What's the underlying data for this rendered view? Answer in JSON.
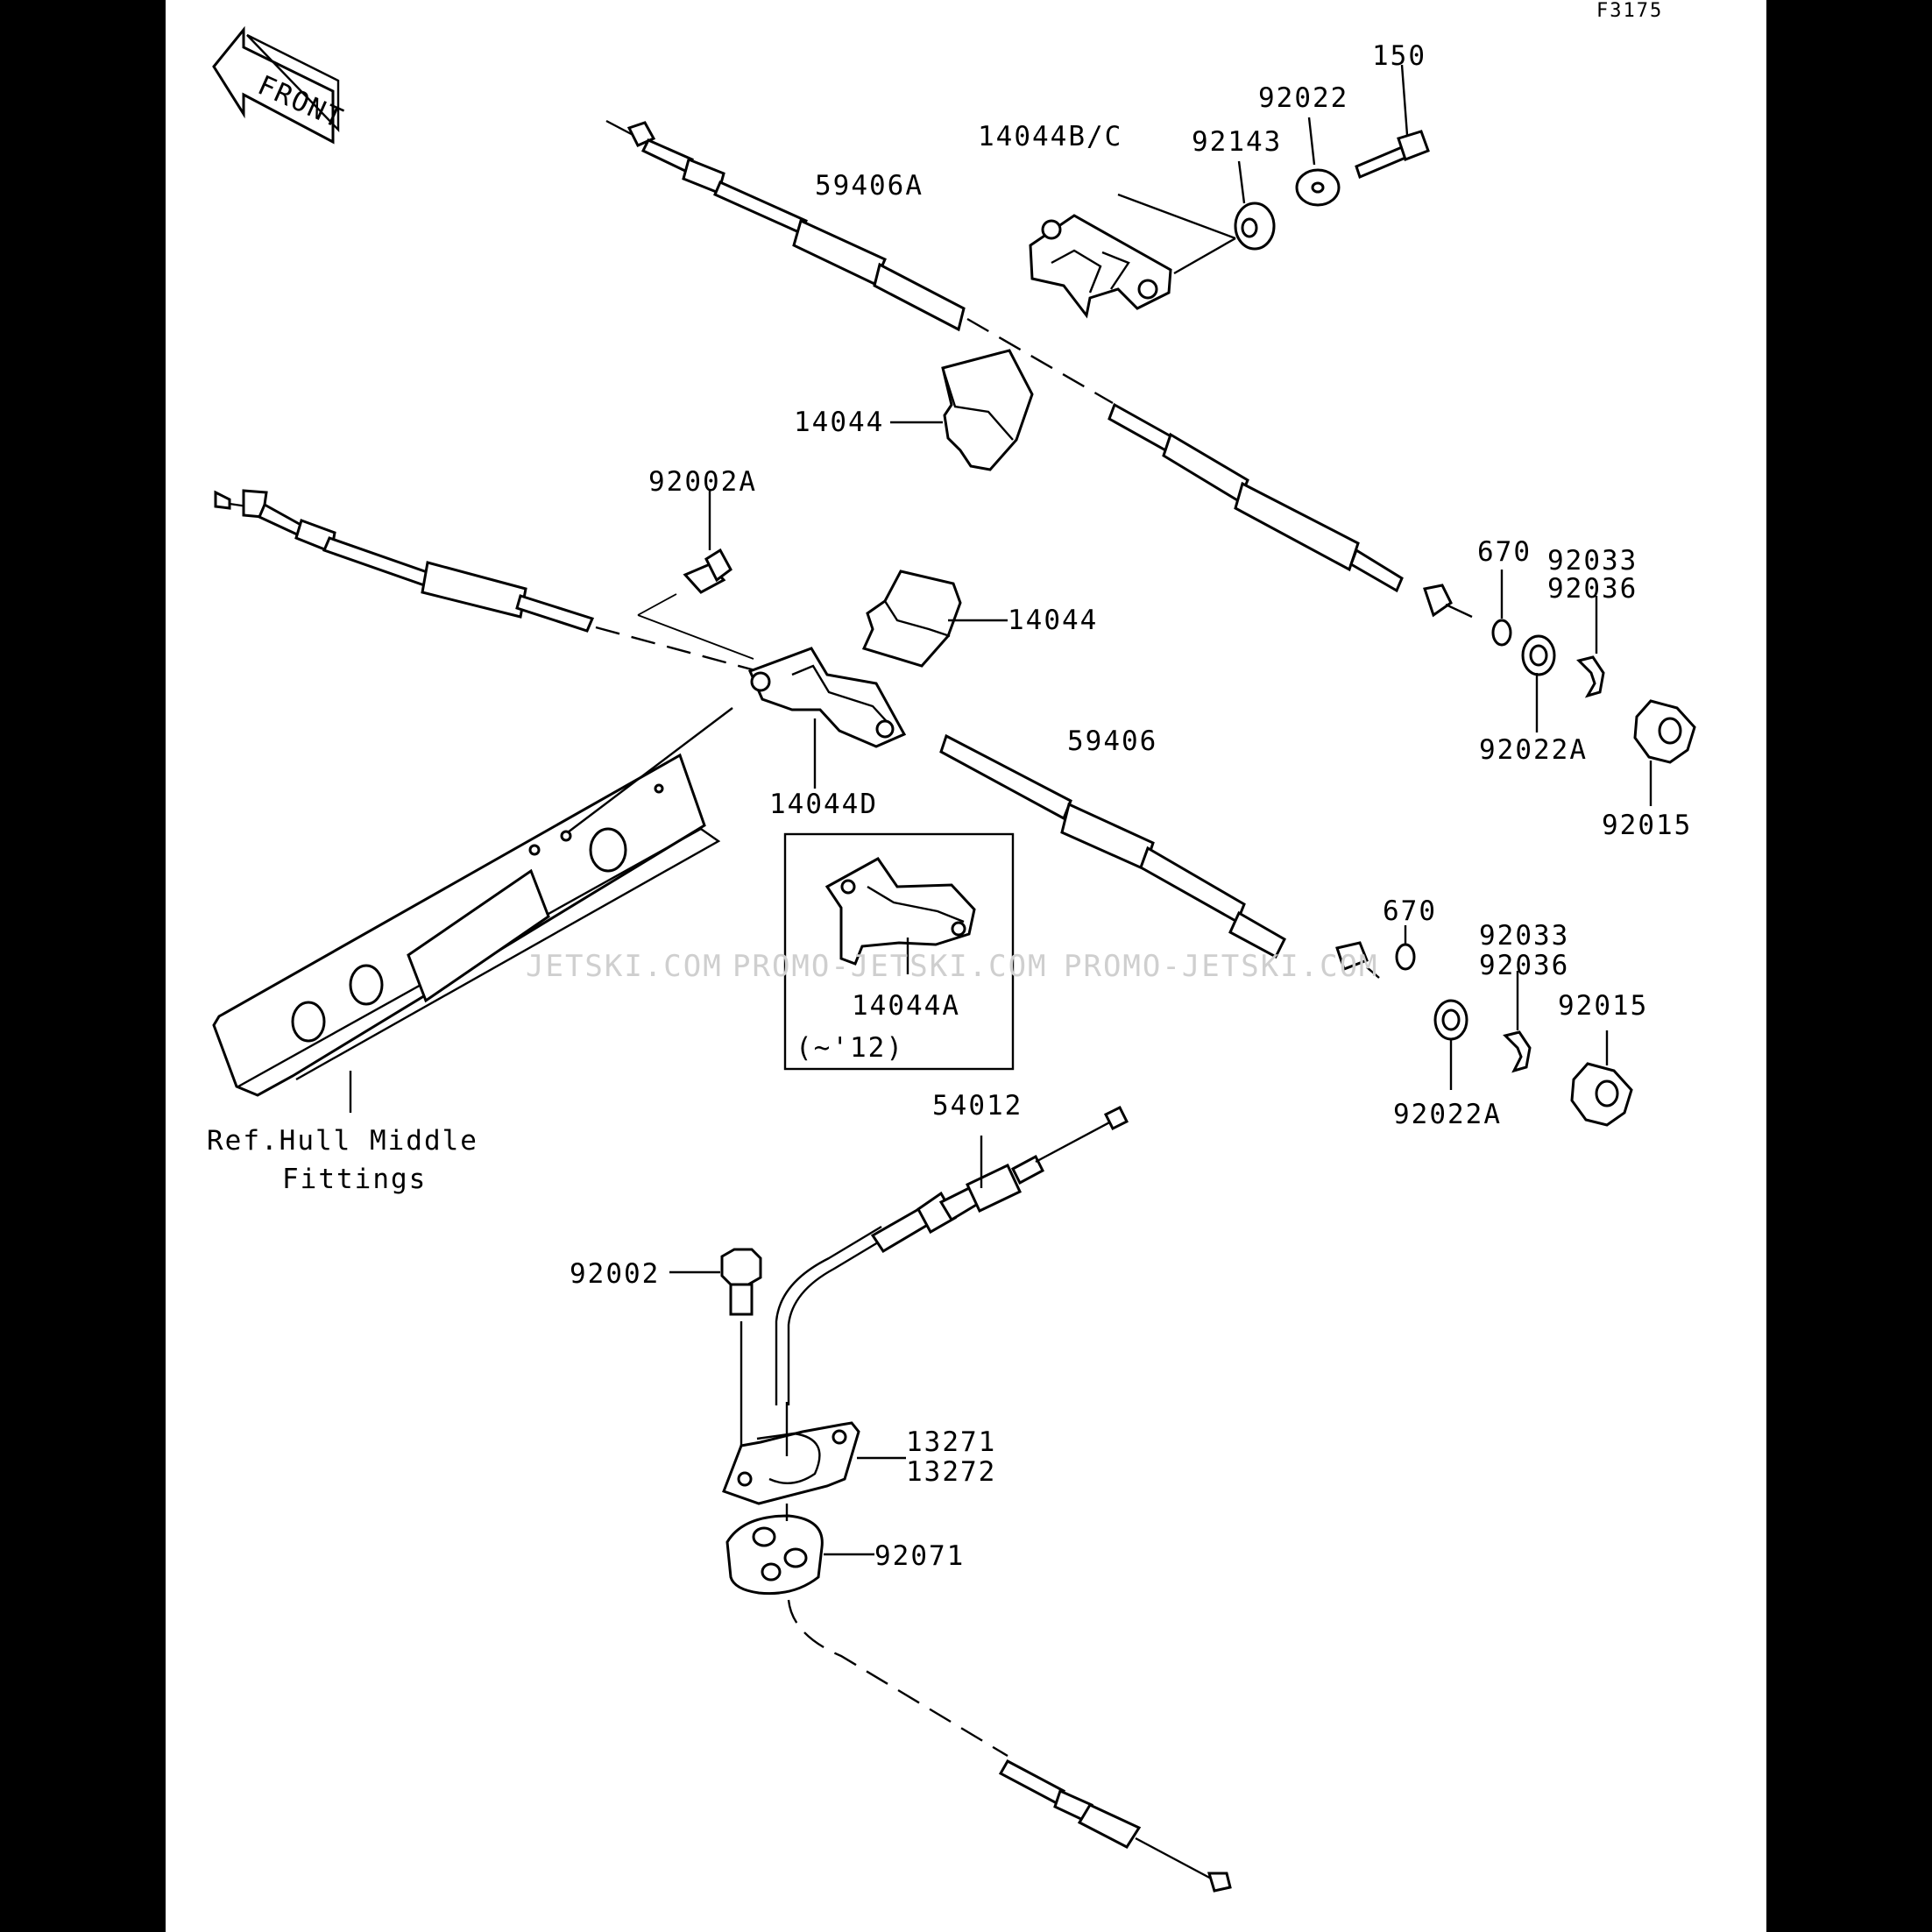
{
  "figure_code": "F3175",
  "front_label": "FRONT",
  "watermarks": [
    "JETSKI.COM",
    "PROMO-JETSKI.COM",
    "PROMO-JETSKI.COM"
  ],
  "inset_label": "(~'12)",
  "ref_note": [
    "Ref.Hull Middle",
    "Fittings"
  ],
  "parts": {
    "p150": "150",
    "p92022": "92022",
    "p14044bc": "14044B/C",
    "p92143": "92143",
    "p59406a": "59406A",
    "p14044_upper": "14044",
    "p92002a": "92002A",
    "p14044_mid": "14044",
    "p670_upper": "670",
    "p92033_upper": "92033",
    "p92036_upper": "92036",
    "p92022a_upper": "92022A",
    "p92015_upper": "92015",
    "p14044d": "14044D",
    "p59406": "59406",
    "p14044a": "14044A",
    "p670_lower": "670",
    "p92033_lower": "92033",
    "p92036_lower": "92036",
    "p92015_lower": "92015",
    "p92022a_lower": "92022A",
    "p54012": "54012",
    "p92002": "92002",
    "p13271": "13271",
    "p13272": "13272",
    "p92071": "92071"
  }
}
